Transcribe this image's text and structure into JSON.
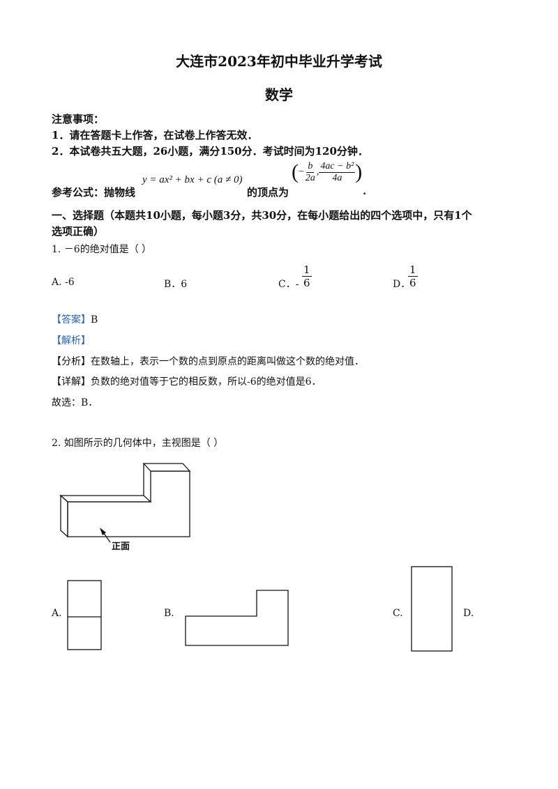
{
  "header": {
    "title": "大连市2023年初中毕业升学考试",
    "subject": "数学"
  },
  "notes": {
    "heading": "注意事项：",
    "items": [
      "1．请在答题卡上作答，在试卷上作答无效．",
      "2．本试卷共五大题，26小题，满分150分．考试时间为120分钟．"
    ]
  },
  "formula": {
    "prefix": "参考公式：抛物线",
    "equation": "y = ax² + bx + c (a ≠ 0)",
    "middle": "的顶点为",
    "vertex_x_num": "b",
    "vertex_x_den": "2a",
    "vertex_y_num": "4ac − b²",
    "vertex_y_den": "4a",
    "suffix": "."
  },
  "section1": {
    "heading_line1": "一、选择题（本题共10小题，每小题3分，共30分，在每小题给出的四个选项中，只有1个",
    "heading_line2": "选项正确）"
  },
  "q1": {
    "stem": "1. －6的绝对值是（    ）",
    "options": {
      "a": "A. -6",
      "b": "B．6",
      "c_prefix": "C．-",
      "d_prefix": "D．",
      "frac_num": "1",
      "frac_den": "6"
    },
    "answer_tag": "【答案】",
    "answer_value": "B",
    "analysis_tag": "【解析】",
    "fenxi_tag": "【分析】",
    "fenxi_text": "在数轴上，表示一个数的点到原点的距离叫做这个数的绝对值．",
    "xiangjie_tag": "【详解】",
    "xiangjie_text": "负数的绝对值等于它的相反数，所以-6的绝对值是6．",
    "conclusion": "故选：B．"
  },
  "q2": {
    "stem": "2. 如图所示的几何体中，主视图是（      ）",
    "front_label": "正面",
    "options": {
      "a": "A.",
      "b": "B.",
      "c": "C.",
      "d": "D."
    }
  }
}
